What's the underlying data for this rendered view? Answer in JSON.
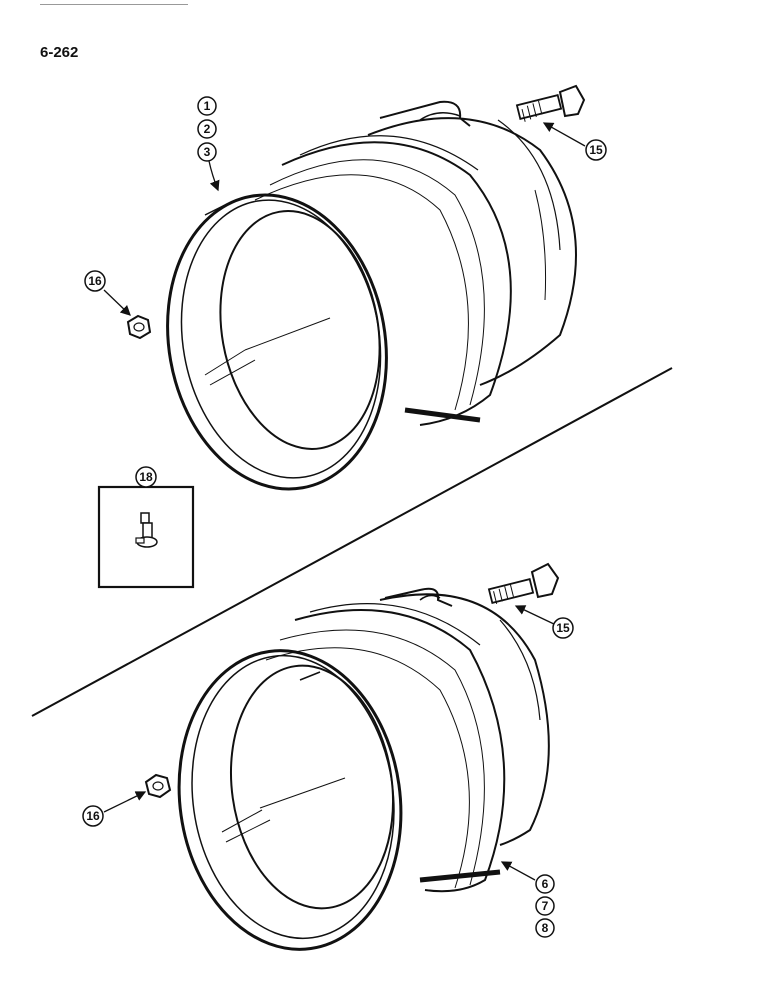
{
  "page": {
    "number": "6-262"
  },
  "callouts": {
    "c1": "1",
    "c2": "2",
    "c3": "3",
    "c15a": "15",
    "c16a": "16",
    "c18": "18",
    "c15b": "15",
    "c16b": "16",
    "c6": "6",
    "c7": "7",
    "c8": "8"
  },
  "colors": {
    "ink": "#111111",
    "paper": "#ffffff"
  }
}
